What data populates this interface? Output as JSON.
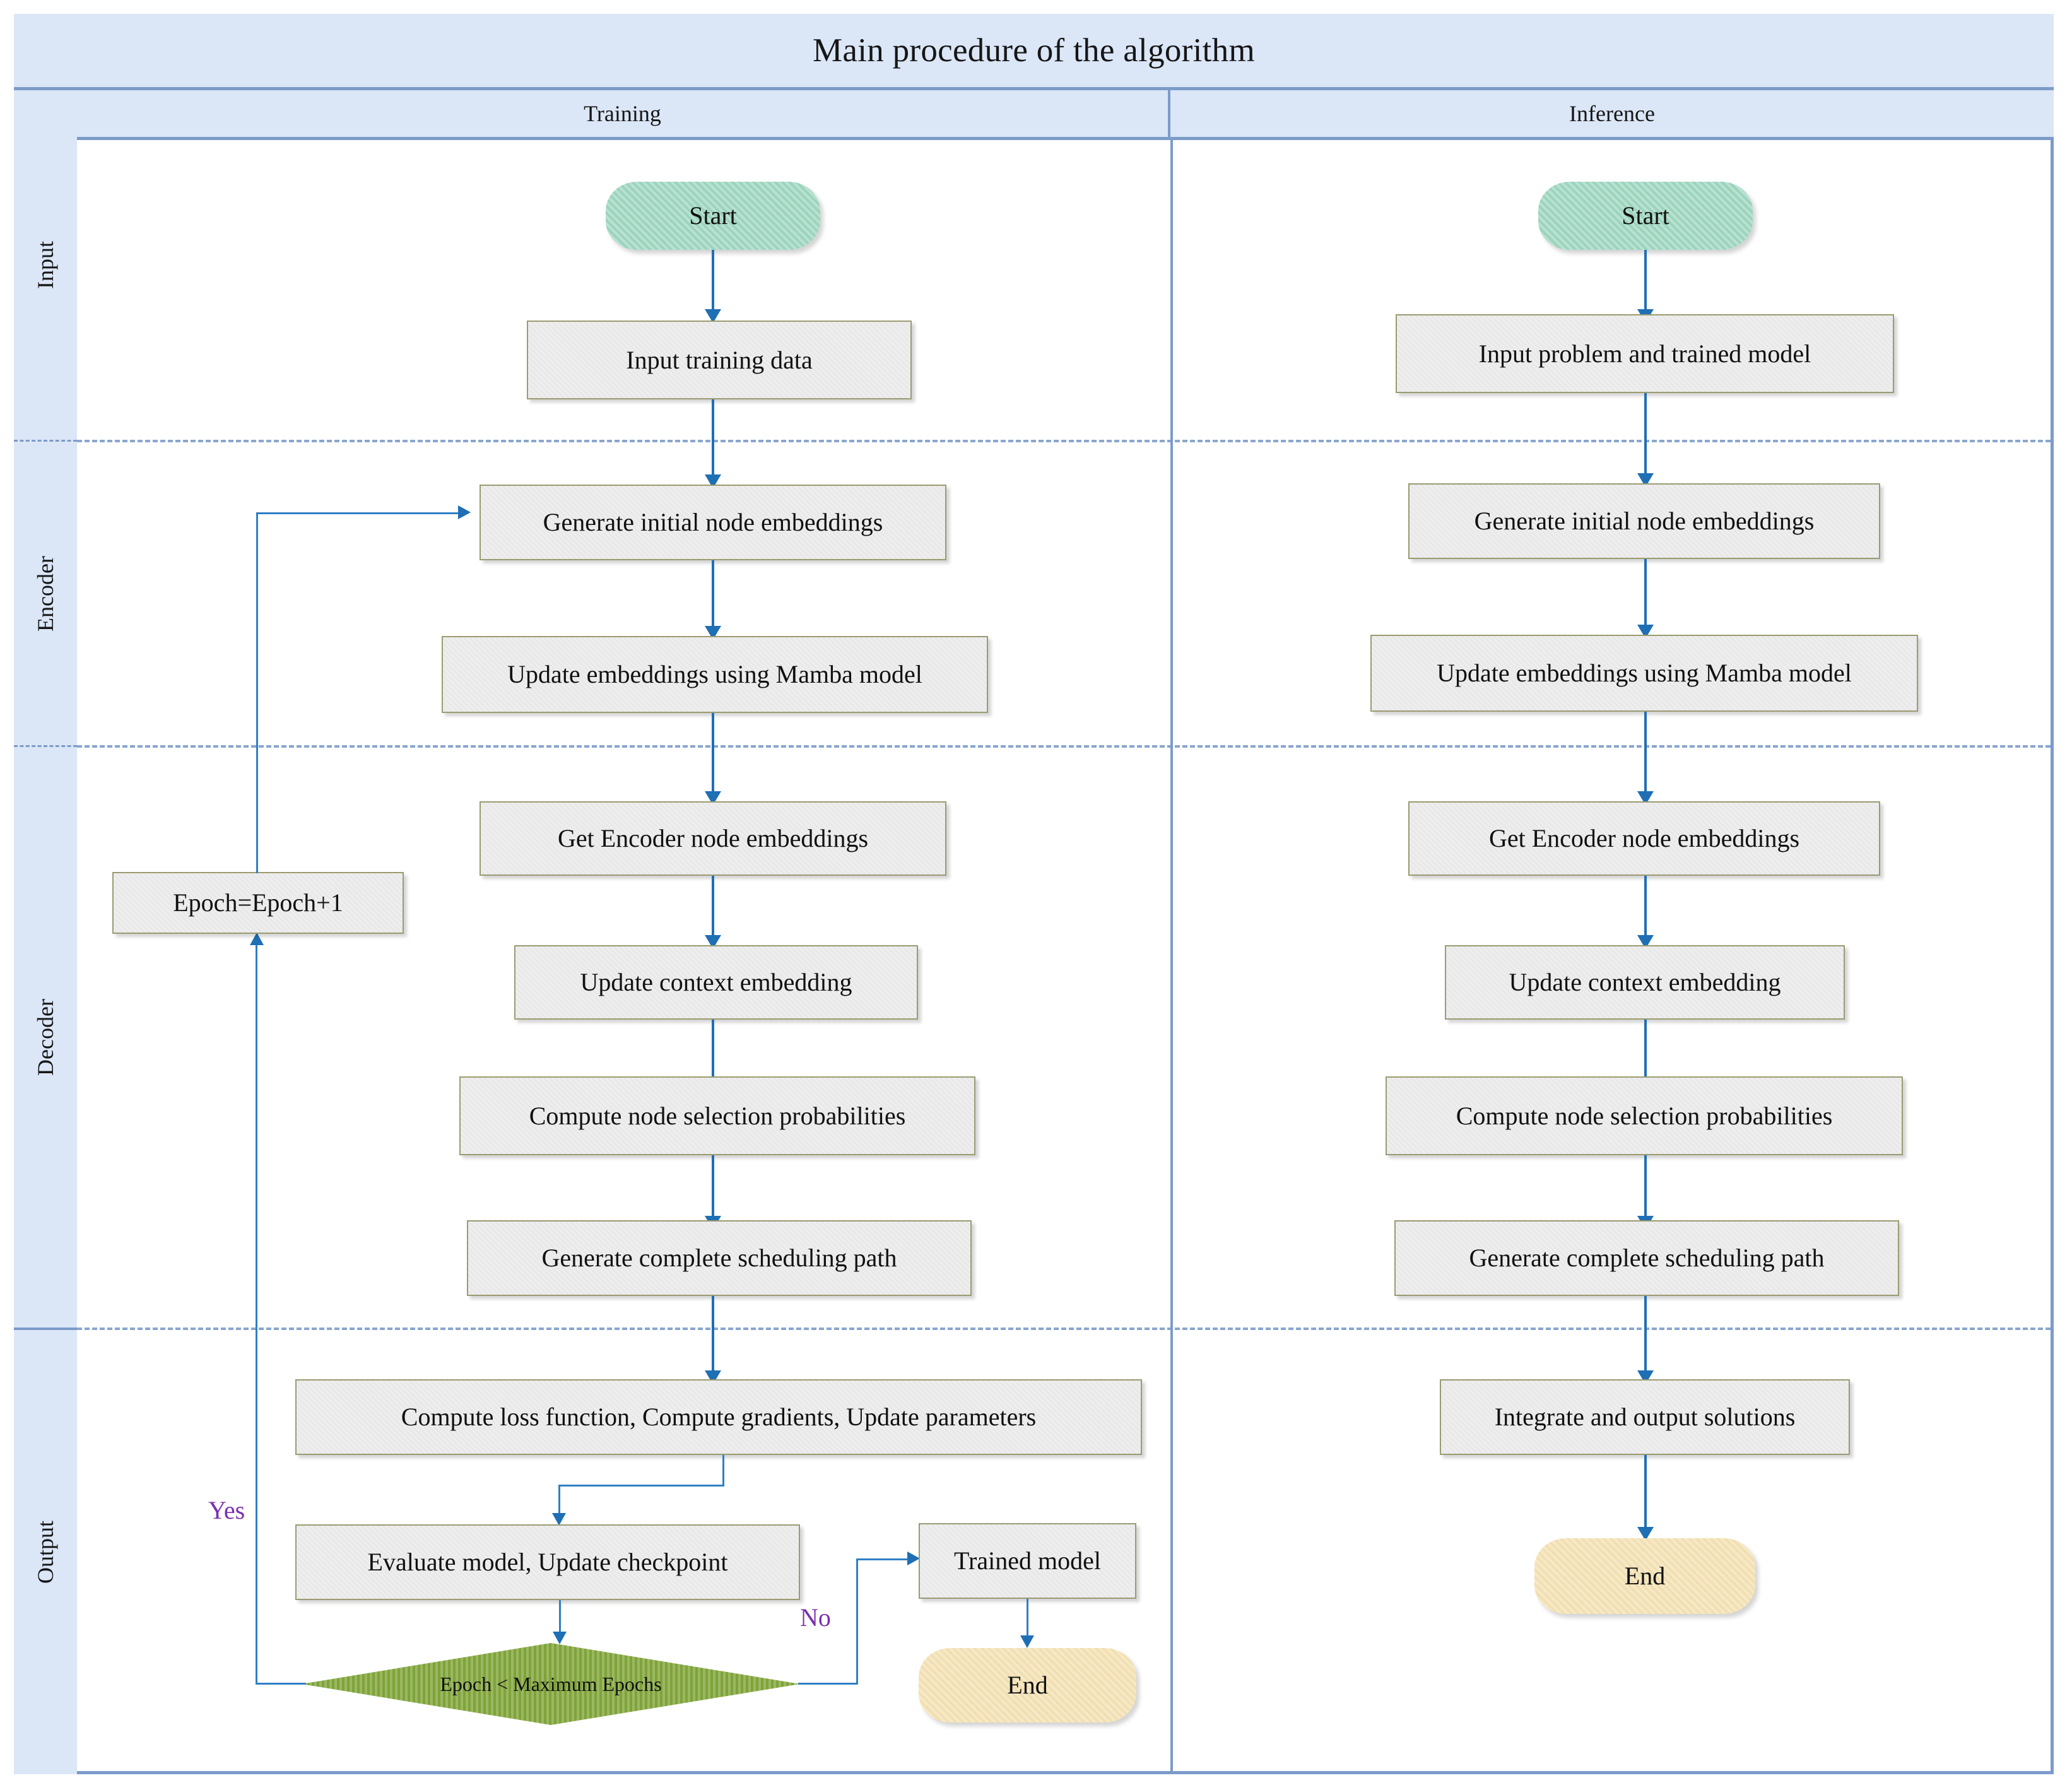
{
  "title": "Main procedure of the algorithm",
  "columns": [
    {
      "key": "training",
      "label": "Training"
    },
    {
      "key": "inference",
      "label": "Inference"
    }
  ],
  "stages": [
    {
      "key": "input",
      "label": "Input"
    },
    {
      "key": "encoder",
      "label": "Encoder"
    },
    {
      "key": "decoder",
      "label": "Decoder"
    },
    {
      "key": "output",
      "label": "Output"
    }
  ],
  "training": {
    "start": "Start",
    "input_data": "Input training data",
    "gen_embed": "Generate initial node embeddings",
    "update_embed": "Update embeddings using Mamba model",
    "get_encoder": "Get Encoder node embeddings",
    "update_context": "Update context embedding",
    "compute_probs": "Compute node selection probabilities",
    "gen_path": "Generate complete scheduling path",
    "loss": "Compute loss function, Compute gradients, Update parameters",
    "evaluate": "Evaluate model, Update checkpoint",
    "decision": "Epoch < Maximum Epochs",
    "epoch_inc": "Epoch=Epoch+1",
    "trained_model": "Trained model",
    "end": "End",
    "yes_label": "Yes",
    "no_label": "No"
  },
  "inference": {
    "start": "Start",
    "input_data": "Input problem and trained model",
    "gen_embed": "Generate initial node embeddings",
    "update_embed": "Update embeddings using Mamba model",
    "get_encoder": "Get Encoder node embeddings",
    "update_context": "Update context embedding",
    "compute_probs": "Compute node selection probabilities",
    "gen_path": "Generate complete scheduling path",
    "integrate": "Integrate and output solutions",
    "end": "End"
  },
  "colors": {
    "frame_blue": "#7b9bc9",
    "band_fill": "#dbe6f7",
    "process_fill": "#eeeeee",
    "process_border": "#9b9b72",
    "start_green": "#9bd4bd",
    "end_tan": "#f2dfb0",
    "decision_green": "#7fa338",
    "arrow_blue": "#1f6fb5",
    "edge_label_purple": "#7b2fae"
  }
}
